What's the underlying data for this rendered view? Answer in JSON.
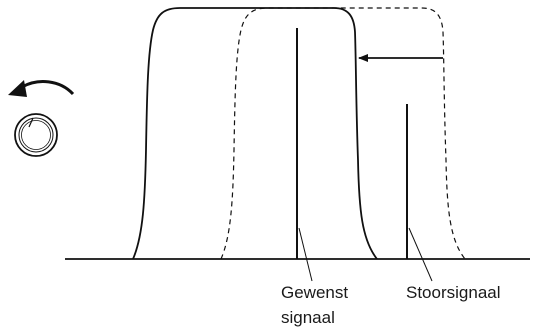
{
  "labels": {
    "wanted_signal_line1": "Gewenst",
    "wanted_signal_line2": "signaal",
    "interfering_signal": "Stoorsignaal"
  },
  "icons": {
    "knob": "rotary-knob-icon",
    "rotation": "counterclockwise-arrow-icon",
    "shift": "left-arrow-icon"
  },
  "colors": {
    "stroke": "#111111",
    "background": "#ffffff"
  }
}
